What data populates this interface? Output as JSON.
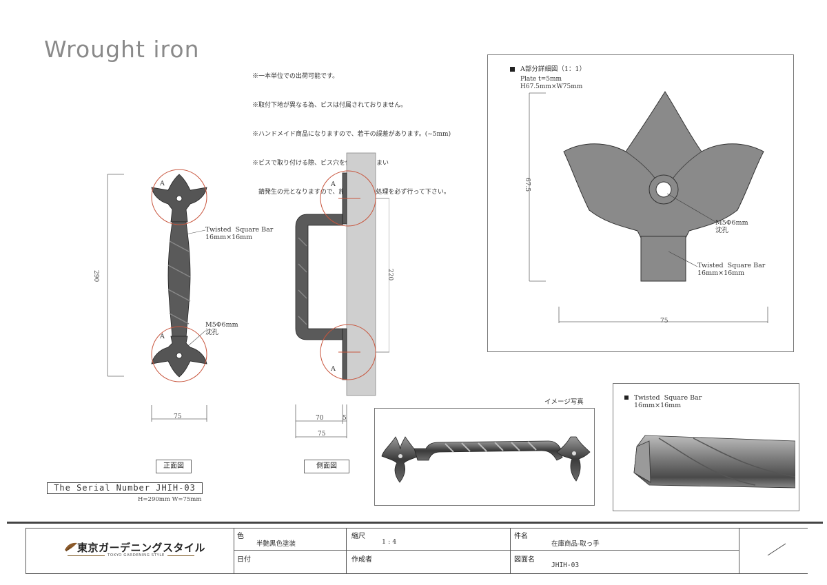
{
  "title": "Wrought iron",
  "notes": [
    "※一本単位での出荷可能です。",
    "※取付下地が異なる為、ビスは付属されておりません。",
    "※ハンドメイド商品になりますので、若干の誤差があります。(~5mm)",
    "※ビスで取り付ける際、ビス穴を傷つけてしまい",
    "　錆発生の元となりますので、施工後錆止め処理を必ず行って下さい。"
  ],
  "front": {
    "marker_top": "A",
    "marker_bottom": "A",
    "bar_label": "Twisted  Square Bar\n16mm×16mm",
    "hole_label": "M5Φ6mm\n沈孔",
    "dim_height": "290",
    "dim_width": "75",
    "view_label": "正面図"
  },
  "side": {
    "marker_top": "A",
    "marker_bottom": "A",
    "dim_height": "220",
    "dim_depth": "70",
    "dim_plate": "5",
    "dim_total": "75",
    "view_label": "側面図"
  },
  "detail": {
    "heading": "A部分詳細図（1：1）",
    "plate_spec": "Plate t=5mm\nH67.5mm×W75mm",
    "dim_height": "67.5",
    "dim_width": "75",
    "hole_label": "M5Φ6mm\n沈孔",
    "bar_label": "Twisted  Square Bar\n16mm×16mm"
  },
  "photo": {
    "caption": "イメージ写真"
  },
  "barphoto": {
    "label": "Twisted  Square Bar\n16mm×16mm"
  },
  "serial": {
    "number": "The Serial Number JHIH-03",
    "size": "H=290mm W=75mm"
  },
  "title_block": {
    "logo_main": "東京ガーデニングスタイル",
    "logo_sub": "TOKYO GARDENING STYLE",
    "color_label": "色",
    "color_value": "半艶黒色塗装",
    "scale_label": "縮尺",
    "scale_value": "1 : 4",
    "item_label": "件名",
    "item_value": "在庫商品-取っ手",
    "date_label": "日付",
    "author_label": "作成者",
    "drawing_label": "図面名",
    "drawing_value": "JHIH-03"
  },
  "colors": {
    "iron": "#4a4a4a",
    "wall": "#cfcfcf",
    "marker": "#c8553d",
    "detail_plate": "#8a8a8a"
  }
}
